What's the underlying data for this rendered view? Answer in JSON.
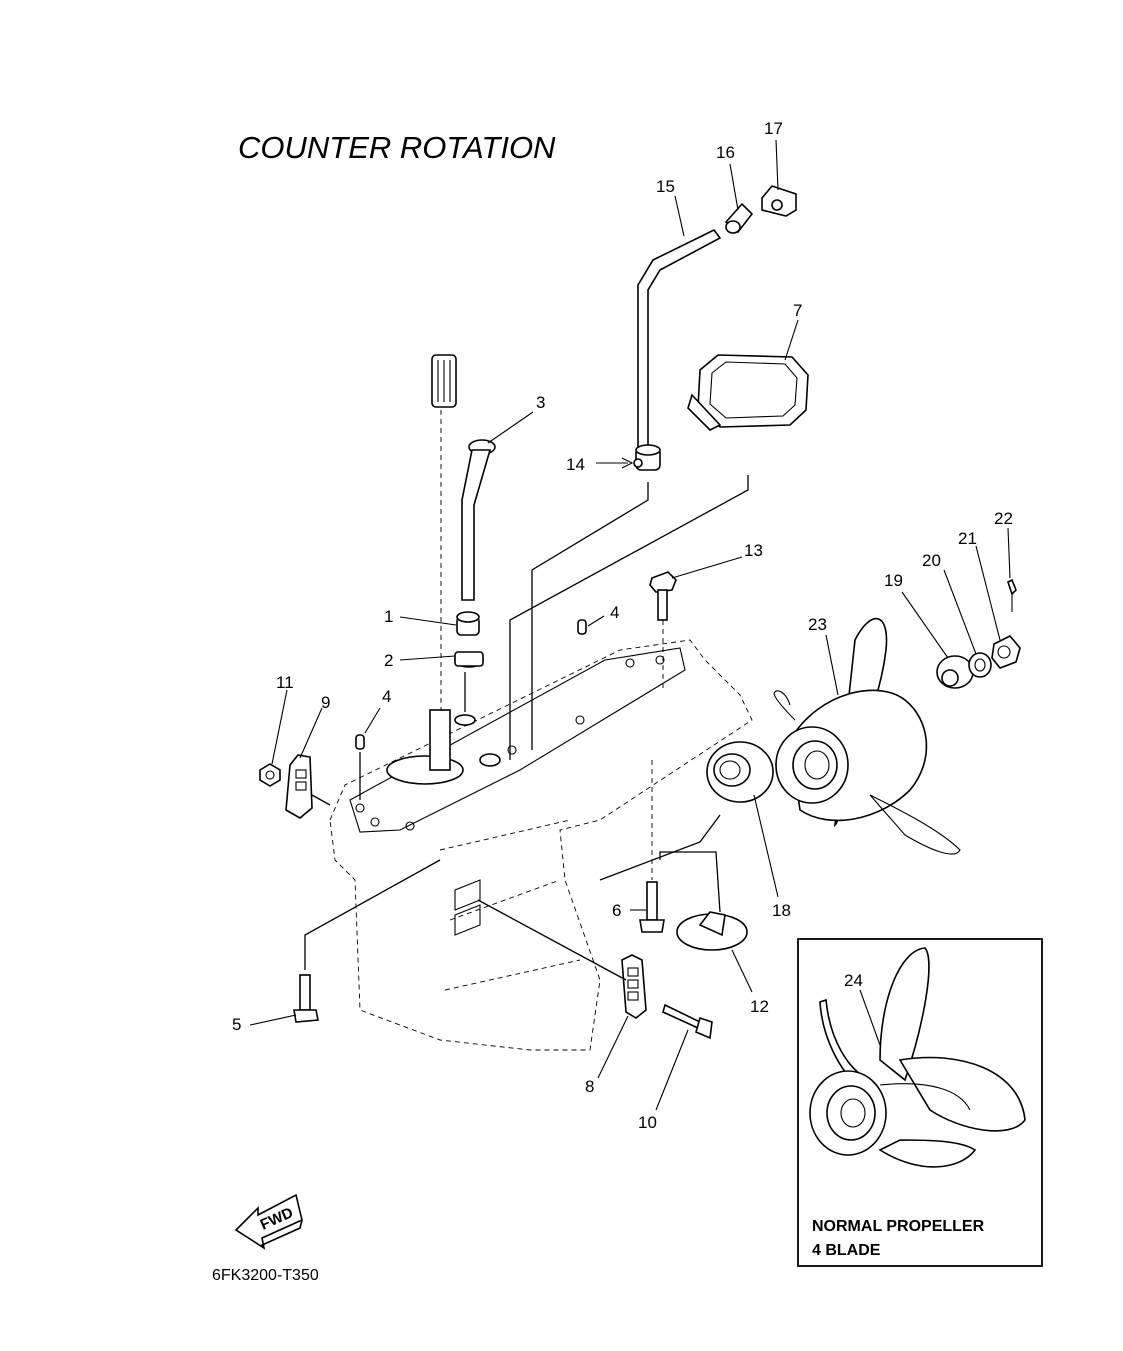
{
  "title": "COUNTER  ROTATION",
  "drawing_code": "6FK3200-T350",
  "fwd_label": "FWD",
  "inset": {
    "line1": "NORMAL PROPELLER",
    "line2": "4 BLADE"
  },
  "callouts": {
    "c1": "1",
    "c2": "2",
    "c3": "3",
    "c4a": "4",
    "c4b": "4",
    "c5": "5",
    "c6": "6",
    "c7": "7",
    "c8": "8",
    "c9": "9",
    "c10": "10",
    "c11": "11",
    "c12": "12",
    "c13": "13",
    "c14": "14",
    "c15": "15",
    "c16": "16",
    "c17": "17",
    "c18": "18",
    "c19": "19",
    "c20": "20",
    "c21": "21",
    "c22": "22",
    "c23": "23",
    "c24": "24"
  }
}
